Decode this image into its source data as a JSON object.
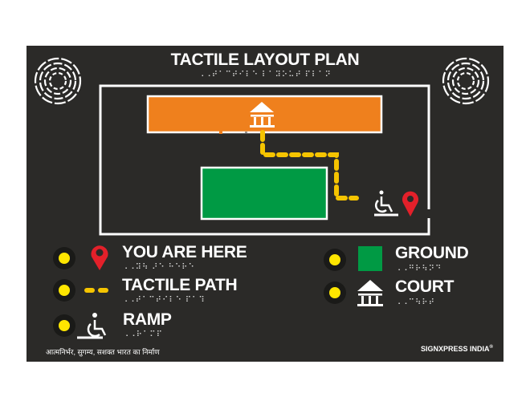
{
  "sign": {
    "title": "TACTILE LAYOUT PLAN",
    "title_braille": "⠠⠠⠞⠁⠉⠞⠊⠇⠑ ⠇⠁⠽⠕⠥⠞ ⠏⠇⠁⠝",
    "legend": [
      {
        "label": "YOU ARE HERE",
        "braille": "⠠⠠⠽⠳ ⠜⠑ ⠓⠑⠗⠑",
        "icon": "location-pin-icon"
      },
      {
        "label": "TACTILE PATH",
        "braille": "⠠⠠⠞⠁⠉⠞⠊⠇⠑ ⠏⠁⠹",
        "icon": "dashed-path-icon"
      },
      {
        "label": "RAMP",
        "braille": "⠠⠠⠗⠁⠍⠏",
        "icon": "wheelchair-ramp-icon"
      },
      {
        "label": "GROUND",
        "braille": "⠠⠠⠛⠗⠳⠝⠙",
        "icon": "green-square-icon"
      },
      {
        "label": "COURT",
        "braille": "⠠⠠⠉⠳⠗⠞",
        "icon": "court-building-icon"
      }
    ],
    "footer_left": "आत्मनिर्भर, सुगम्य, सशक्त भारत का निर्माण",
    "footer_right": "SIGNXPRESS INDIA",
    "registered_mark": "®",
    "colors": {
      "background": "#2b2a28",
      "court": "#ef801d",
      "ground": "#009a44",
      "path": "#f5c400",
      "pin": "#e3202a",
      "indicator": "#ffe600"
    }
  }
}
